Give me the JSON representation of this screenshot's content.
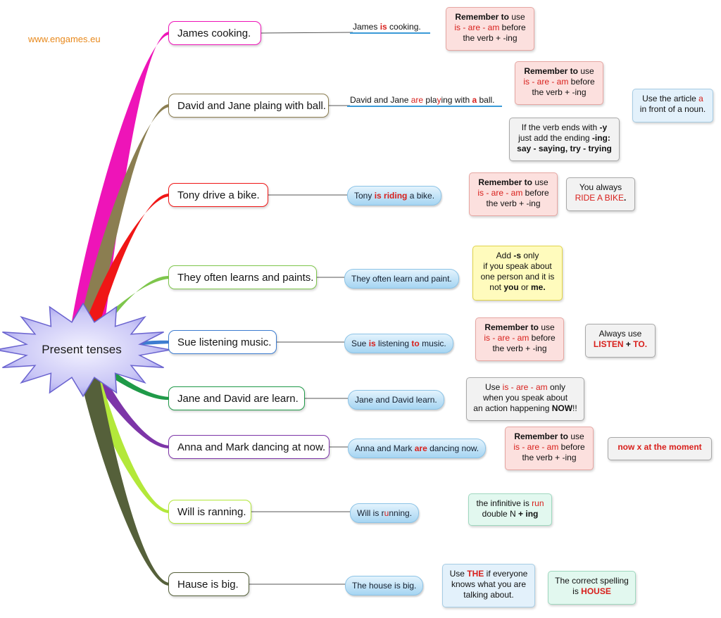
{
  "site": "www.engames.eu",
  "hub": {
    "label": "Present tenses"
  },
  "branches": [
    {
      "color": "#ee14b8",
      "sentence": "James cooking.",
      "fix": [
        {
          "t": "James "
        },
        {
          "t": "is",
          "s": "rb"
        },
        {
          "t": " cooking."
        }
      ],
      "notes": [
        {
          "lines": [
            [
              {
                "t": "Remember to",
                "s": "b"
              },
              {
                "t": " use"
              }
            ],
            [
              {
                "t": "is - are - am",
                "s": "r"
              },
              {
                "t": "  before"
              }
            ],
            [
              {
                "t": "the verb + -ing"
              }
            ]
          ]
        }
      ]
    },
    {
      "color": "#8b7e51",
      "sentence": "David and Jane plaing with ball.",
      "fix": [
        {
          "t": "David and Jane "
        },
        {
          "t": "are",
          "s": "r"
        },
        {
          "t": " pla"
        },
        {
          "t": "y",
          "s": "r"
        },
        {
          "t": "ing with "
        },
        {
          "t": "a",
          "s": "rb"
        },
        {
          "t": " ball."
        }
      ],
      "notes": [
        {
          "lines": [
            [
              {
                "t": "Remember to",
                "s": "b"
              },
              {
                "t": " use"
              }
            ],
            [
              {
                "t": "is - are - am",
                "s": "r"
              },
              {
                "t": "  before"
              }
            ],
            [
              {
                "t": "the verb + -ing"
              }
            ]
          ]
        },
        {
          "lines": [
            [
              {
                "t": "Use the article "
              },
              {
                "t": "a",
                "s": "r"
              }
            ],
            [
              {
                "t": "in front of a noun."
              }
            ]
          ]
        },
        {
          "lines": [
            [
              {
                "t": "If the verb ends with "
              },
              {
                "t": "-y",
                "s": "b"
              }
            ],
            [
              {
                "t": "just add the ending "
              },
              {
                "t": "-ing:",
                "s": "b"
              }
            ],
            [
              {
                "t": "say - saying, try - trying",
                "s": "b"
              }
            ]
          ]
        }
      ]
    },
    {
      "color": "#f01616",
      "sentence": "Tony drive a bike.",
      "fix": [
        {
          "t": "Tony "
        },
        {
          "t": "is riding",
          "s": "rb"
        },
        {
          "t": " a bike."
        }
      ],
      "notes": [
        {
          "lines": [
            [
              {
                "t": "Remember to",
                "s": "b"
              },
              {
                "t": " use"
              }
            ],
            [
              {
                "t": "is - are - am",
                "s": "r"
              },
              {
                "t": "  before"
              }
            ],
            [
              {
                "t": "the verb + -ing"
              }
            ]
          ]
        },
        {
          "lines": [
            [
              {
                "t": "You always"
              }
            ],
            [
              {
                "t": "RIDE A BIKE",
                "s": "r"
              },
              {
                "t": ".",
                "s": "b"
              }
            ]
          ]
        }
      ]
    },
    {
      "color": "#7ec64c",
      "sentence": "They often learns and paints.",
      "fix": [
        {
          "t": "They often learn and paint."
        }
      ],
      "notes": [
        {
          "lines": [
            [
              {
                "t": "Add "
              },
              {
                "t": "-s",
                "s": "b"
              },
              {
                "t": " only"
              }
            ],
            [
              {
                "t": "if you speak about"
              }
            ],
            [
              {
                "t": "one person and it is"
              }
            ],
            [
              {
                "t": "not "
              },
              {
                "t": "you",
                "s": "b"
              },
              {
                "t": " or "
              },
              {
                "t": "me.",
                "s": "b"
              }
            ]
          ]
        }
      ]
    },
    {
      "color": "#3d7cd0",
      "sentence": "Sue listening music.",
      "fix": [
        {
          "t": "Sue "
        },
        {
          "t": "is",
          "s": "rb"
        },
        {
          "t": " listening "
        },
        {
          "t": "to",
          "s": "rb"
        },
        {
          "t": " music."
        }
      ],
      "notes": [
        {
          "lines": [
            [
              {
                "t": "Remember to",
                "s": "b"
              },
              {
                "t": " use"
              }
            ],
            [
              {
                "t": "is - are - am",
                "s": "r"
              },
              {
                "t": "  before"
              }
            ],
            [
              {
                "t": "the verb + -ing"
              }
            ]
          ]
        },
        {
          "lines": [
            [
              {
                "t": "Always use"
              }
            ],
            [
              {
                "t": "LISTEN",
                "s": "rb"
              },
              {
                "t": " + ",
                "s": "b"
              },
              {
                "t": "TO.",
                "s": "rb"
              }
            ]
          ]
        }
      ]
    },
    {
      "color": "#1f9a48",
      "sentence": "Jane and David are learn.",
      "fix": [
        {
          "t": "Jane and David learn."
        }
      ],
      "notes": [
        {
          "lines": [
            [
              {
                "t": "Use  "
              },
              {
                "t": "is - are - am",
                "s": "r"
              },
              {
                "t": "  only"
              }
            ],
            [
              {
                "t": "when you speak about"
              }
            ],
            [
              {
                "t": "an action happening "
              },
              {
                "t": "NOW",
                "s": "b"
              },
              {
                "t": "!!"
              }
            ]
          ]
        }
      ]
    },
    {
      "color": "#7d35a8",
      "sentence": "Anna and Mark dancing at now.",
      "fix": [
        {
          "t": "Anna and Mark "
        },
        {
          "t": "are",
          "s": "rb"
        },
        {
          "t": " dancing now."
        }
      ],
      "notes": [
        {
          "lines": [
            [
              {
                "t": "Remember to",
                "s": "b"
              },
              {
                "t": " use"
              }
            ],
            [
              {
                "t": "is - are - am",
                "s": "r"
              },
              {
                "t": "  before"
              }
            ],
            [
              {
                "t": "the verb + -ing"
              }
            ]
          ]
        },
        {
          "lines": [
            [
              {
                "t": "now x at the moment",
                "s": "rb"
              }
            ]
          ]
        }
      ]
    },
    {
      "color": "#b3e83a",
      "sentence": "Will is ranning.",
      "fix": [
        {
          "t": "Will is r"
        },
        {
          "t": "u",
          "s": "r"
        },
        {
          "t": "nning."
        }
      ],
      "notes": [
        {
          "lines": [
            [
              {
                "t": "the infinitive is "
              },
              {
                "t": "run",
                "s": "r"
              }
            ],
            [
              {
                "t": "double N "
              },
              {
                "t": "+ ing",
                "s": "b"
              }
            ]
          ]
        }
      ]
    },
    {
      "color": "#55603a",
      "sentence": "Hause is big.",
      "fix": [
        {
          "t": "The house is big."
        }
      ],
      "notes": [
        {
          "lines": [
            [
              {
                "t": "Use "
              },
              {
                "t": "THE",
                "s": "rb"
              },
              {
                "t": " if everyone"
              }
            ],
            [
              {
                "t": "knows what you are"
              }
            ],
            [
              {
                "t": "talking about."
              }
            ]
          ]
        },
        {
          "lines": [
            [
              {
                "t": "The correct spelling"
              }
            ],
            [
              {
                "t": "is "
              },
              {
                "t": "HOUSE",
                "s": "rb"
              }
            ]
          ]
        }
      ]
    }
  ]
}
